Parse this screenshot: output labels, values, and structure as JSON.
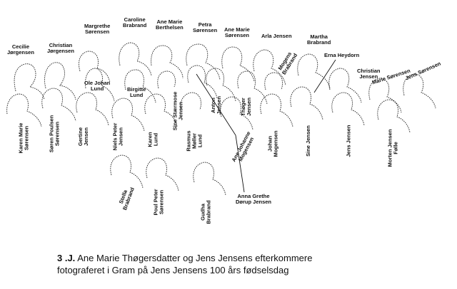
{
  "caption": {
    "number": "3 .J.",
    "line1": "Ane Marie Thøgersdatter og Jens Jensens efterkommere",
    "line2": "fotograferet i Gram på Jens Jensens 100 års fødselsdag"
  },
  "names": {
    "cecilie": "Cecilie\nJørgensen",
    "christian_j": "Christian\nJørgensen",
    "margrethe": "Margrethe\nSørensen",
    "caroline": "Caroline\nBrabrand",
    "ane_marie_b": "Ane Marie\nBerthelsen",
    "petra": "Petra\nSørensen",
    "ane_marie_s": "Ane Marie\nSørensen",
    "arla": "Arla Jensen",
    "martha": "Martha\nBrabrand",
    "mogens_b": "Mogens\nBrabrand",
    "erna": "Erna Heydorn",
    "christian_jensen": "Christian\nJensen",
    "marie_s": "Marie Sørensen",
    "jens_s": "Jens Sørensen",
    "ole_johan": "Ole Johan\nLund",
    "birgitte": "Birgitte\nLund",
    "sine_s": "Sine Stærmose\nJensen",
    "anton": "Anton\nJensen",
    "thoger": "Thøger\nJensen",
    "karen_marie": "Karen Marie\nSørensen",
    "soren_p": "Søren Poulsen\nSørensen",
    "gertine": "Gertine\nJensen",
    "niels_peter": "Niels Peter\nJensen",
    "karen_lund": "Karen\nLund",
    "rasmus": "Rasmus\nMøller\nLund",
    "ane_johanne": "Ane Johanne\nMogensen",
    "johan": "Johan\nMogensen",
    "sine_j": "Sine Jensen",
    "jens_j": "Jens Jensen",
    "morten": "Morten Jensen\nFølle",
    "stella": "Stella\nBrabrand",
    "poul_peter": "Poul Peter\nSørensen",
    "gudha": "Gudha\nBrabrand",
    "anna_grethe": "Anna Grethe\nDørup Jensen"
  }
}
